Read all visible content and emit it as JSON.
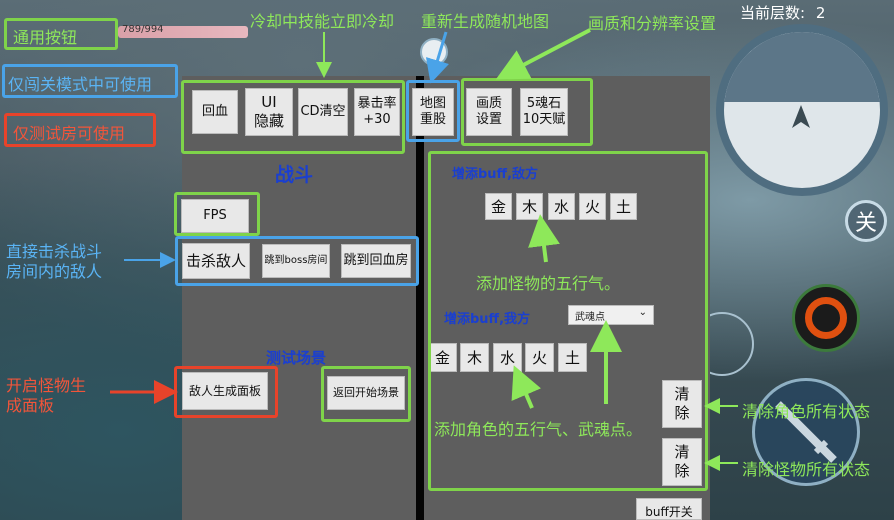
{
  "hud": {
    "floor_label": "当前层数:",
    "floor_value": "2",
    "hp_text": "789/994",
    "close_glyph": "关"
  },
  "annotations": {
    "legend_general": "通用按钮",
    "legend_level_only": "仅闯关模式中可使用",
    "legend_test_only": "仅测试房可使用",
    "cooldown": "冷却中技能立即冷却",
    "regen_map": "重新生成随机地图",
    "graphics": "画质和分辨率设置",
    "kill_enemies": "直接击杀战斗\n房间内的敌人",
    "spawn_panel": "开启怪物生\n成面板",
    "enemy_elements": "添加怪物的五行气。",
    "player_elements": "添加角色的五行气、武魂点。",
    "clear_player": "清除角色所有状态",
    "clear_monster": "清除怪物所有状态"
  },
  "toolbar": {
    "heal": "回血",
    "hide_ui": "UI\n隐藏",
    "cd_clear": "CD清空",
    "crit": "暴击率\n+30",
    "map_reset": "地图\n重股",
    "graphics": "画质\n设置",
    "soulstone": "5魂石\n10天赋"
  },
  "battle": {
    "title": "战斗",
    "fps": "FPS",
    "kill": "击杀敌人",
    "goto_boss": "跳到boss房间",
    "goto_heal": "跳到回血房"
  },
  "test_scene": {
    "title": "测试场景",
    "spawn_panel": "敌人生成面板",
    "return_start": "返回开始场景"
  },
  "buff_enemy": {
    "title": "增添buff,敌方",
    "elements": [
      "金",
      "木",
      "水",
      "火",
      "土"
    ]
  },
  "buff_player": {
    "title": "增添buff,我方",
    "elements": [
      "金",
      "木",
      "水",
      "火",
      "土"
    ],
    "dropdown_value": "武魂点"
  },
  "clear": {
    "player": "清\n除",
    "monster": "清\n除"
  },
  "buff_toggle": "buff开关",
  "colors": {
    "green": "#7fd34a",
    "blue": "#4aa3e8",
    "red": "#e8432a"
  }
}
